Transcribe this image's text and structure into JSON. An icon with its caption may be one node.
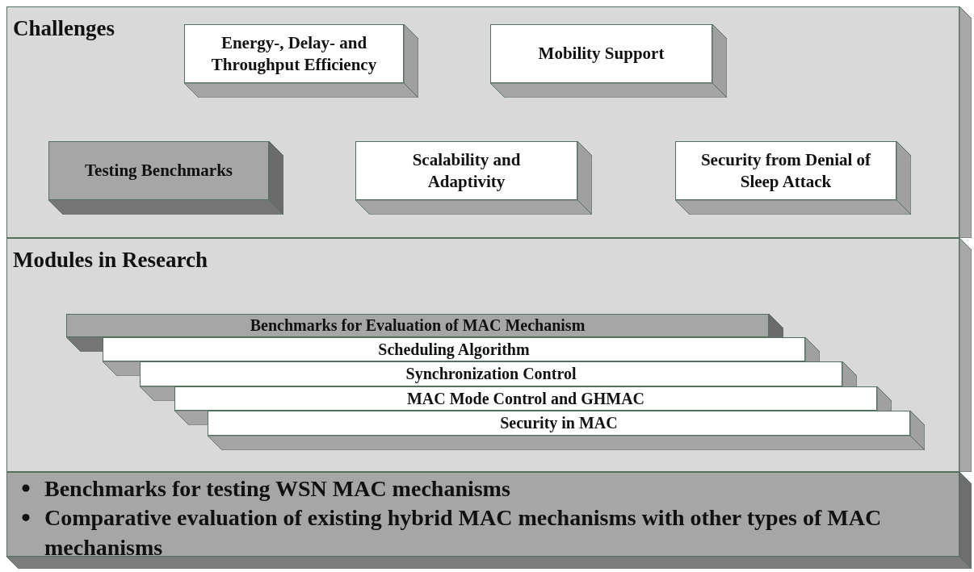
{
  "diagram": {
    "nodes": [
      {
        "text": [
          "Challenges"
        ]
      },
      {
        "text": [
          "Energy-, Delay- and Throughput Efficiency"
        ],
        "in": 0
      },
      {
        "text": [
          "Mobility Support"
        ],
        "in": 0
      },
      {
        "text": [
          "Testing Benchmarks"
        ],
        "in": 0
      },
      {
        "text": [
          "Scalability and Adaptivity"
        ],
        "in": 0
      },
      {
        "text": [
          "Security from Denial of Sleep Attack"
        ],
        "in": 0
      },
      {
        "text": [
          "Modules in Research"
        ]
      },
      {
        "text": [
          "Benchmarks for Evaluation of MAC Mechanism"
        ],
        "in": 6
      },
      {
        "text": [
          "Scheduling Algorithm"
        ],
        "in": 6
      },
      {
        "text": [
          "Synchronization Control"
        ],
        "in": 6
      },
      {
        "text": [
          "MAC Mode Control and GHMAC"
        ],
        "in": 6
      },
      {
        "text": [
          "Security in MAC"
        ],
        "in": 6
      },
      {
        "text": [
          "Benchmarks for testing WSN MAC mechanisms",
          "Comparative evaluation of existing hybrid MAC mechanisms with other types of MAC mechanisms"
        ]
      }
    ],
    "edges": []
  }
}
